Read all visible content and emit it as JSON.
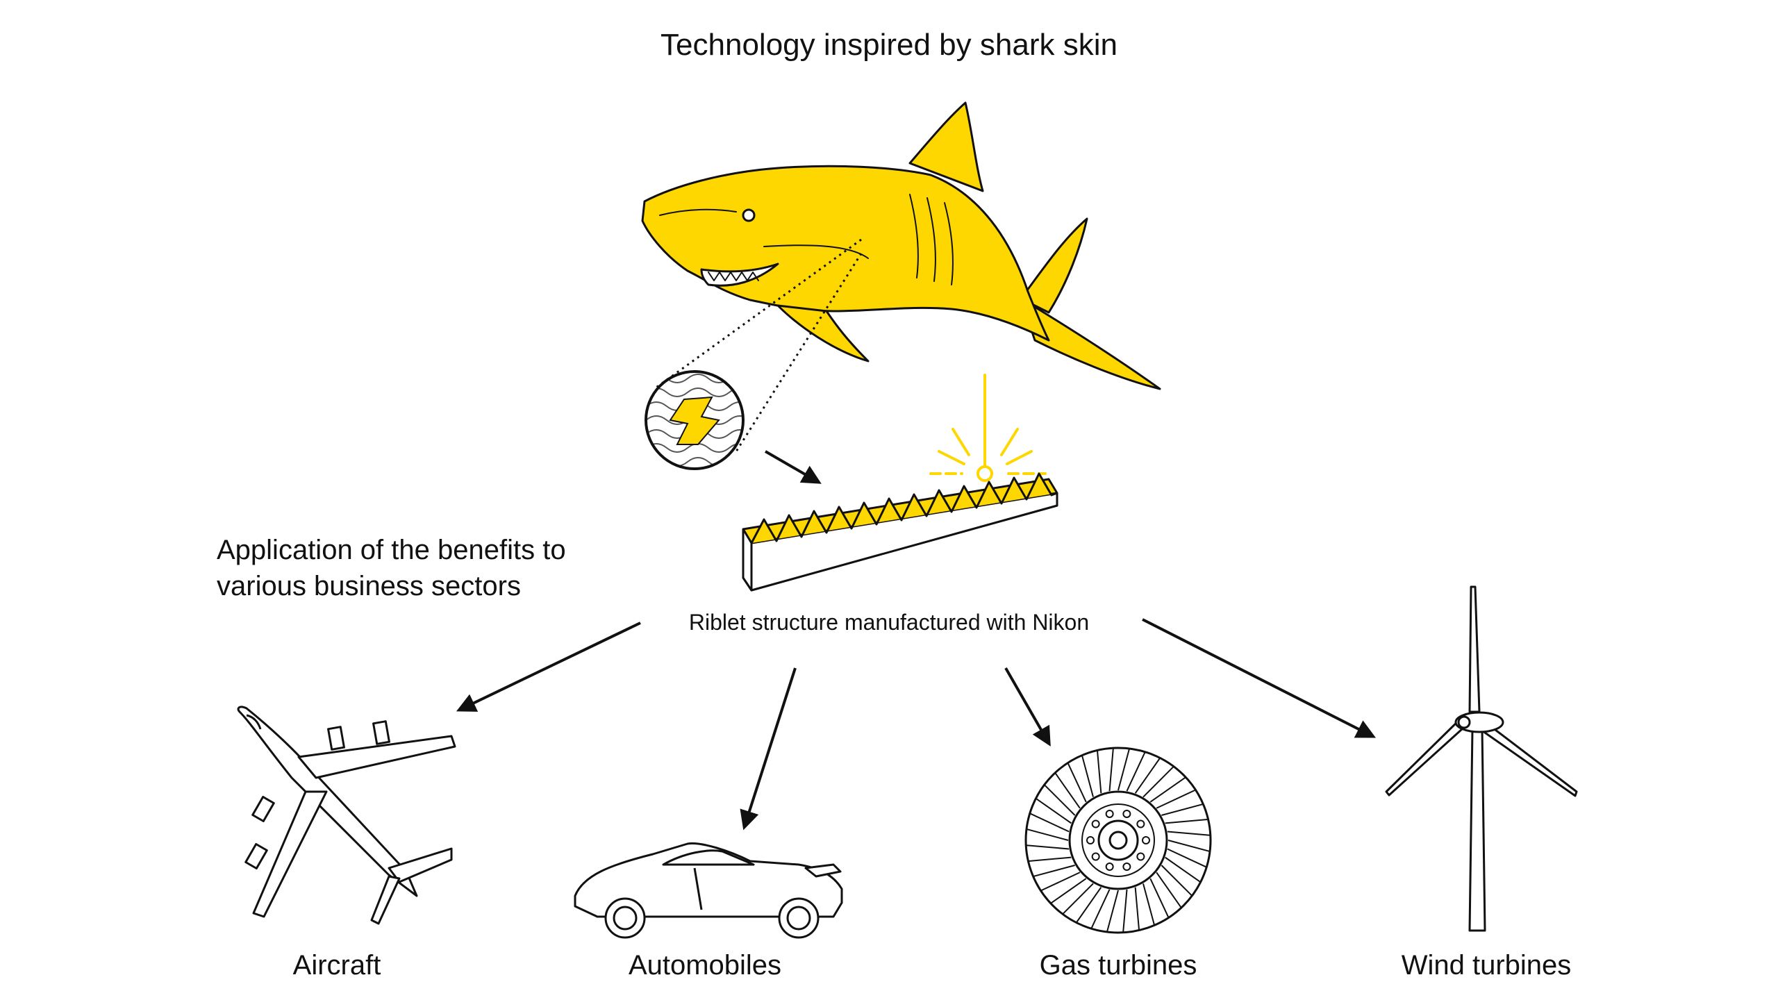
{
  "title": "Technology inspired by shark skin",
  "application": {
    "line1": "Application of the benefits to",
    "line2": "various business sectors"
  },
  "riblet_label": "Riblet structure manufactured with Nikon",
  "sectors": {
    "aircraft": "Aircraft",
    "automobiles": "Automobiles",
    "gas_turbines": "Gas turbines",
    "wind_turbines": "Wind turbines"
  },
  "colors": {
    "accent": "#FFD700",
    "line": "#111111",
    "background": "#FFFFFF"
  },
  "icons": [
    "shark-illustration",
    "magnified-skin-icon",
    "riblet-structure-icon",
    "laser-icon",
    "aircraft-icon",
    "automobile-icon",
    "gas-turbine-icon",
    "wind-turbine-icon"
  ]
}
